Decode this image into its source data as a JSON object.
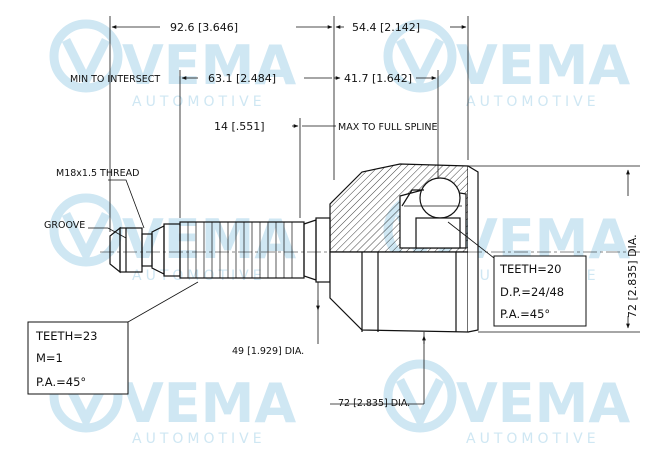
{
  "watermark": {
    "brand": "VEMA",
    "sub": "AUTOMOTIVE"
  },
  "dimensions": {
    "overall_length": "92.6 [3.646]",
    "housing_length": "54.4 [2.142]",
    "min_to_intersect_label": "MIN TO INTERSECT",
    "min_to_intersect": "63.1 [2.484]",
    "ball_offset": "41.7 [1.642]",
    "spline_length": "14 [.551]",
    "max_to_full_spline": "MAX TO FULL SPLINE",
    "thread": "M18x1.5 THREAD",
    "groove": "GROOVE",
    "seal_dia": "49 [1.929] DIA.",
    "housing_dia": "72 [2.835] DIA.",
    "outer_dia": "72 [2.835] DIA."
  },
  "spec_left": {
    "teeth": "TEETH=23",
    "module": "M=1",
    "pa": "P.A.=45°"
  },
  "spec_right": {
    "teeth": "TEETH=20",
    "dp": "D.P.=24/48",
    "pa": "P.A.=45°"
  },
  "colors": {
    "watermark": "#cfe7f3",
    "line": "#111111"
  }
}
